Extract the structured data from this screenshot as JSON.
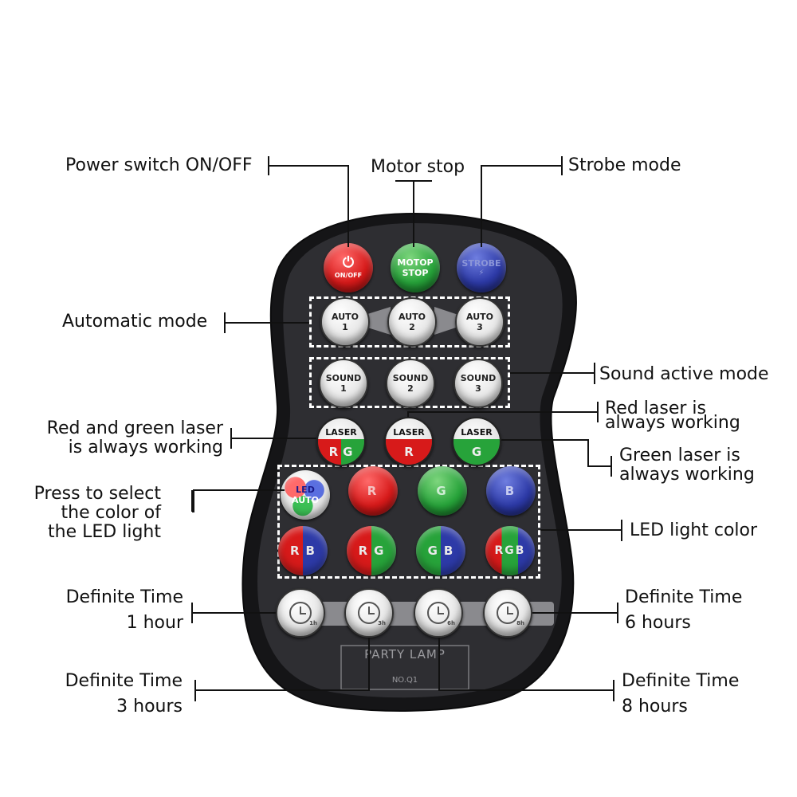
{
  "labels": {
    "power": "Power switch ON/OFF",
    "motor": "Motor stop",
    "strobe": "Strobe mode",
    "automatic": "Automatic mode",
    "sound": "Sound active mode",
    "red_laser": [
      "Red  laser is",
      "always working"
    ],
    "rg_laser": [
      "Red and green laser",
      "is always working"
    ],
    "green_laser": [
      "Green laser is",
      "always working"
    ],
    "press_select": [
      "Press to select",
      "the color of",
      "the LED light"
    ],
    "led_color": "LED light color",
    "time1": [
      "Definite Time",
      "1 hour"
    ],
    "time6": [
      "Definite Time",
      "6 hours"
    ],
    "time3": [
      "Definite Time",
      "3 hours"
    ],
    "time8": [
      "Definite Time",
      "8 hours"
    ]
  },
  "remote": {
    "power_btn": "ON/OFF",
    "motor_btn": [
      "MOTOP",
      "STOP"
    ],
    "strobe_btn": "STROBE",
    "auto_btns": [
      [
        "AUTO",
        "1"
      ],
      [
        "AUTO",
        "2"
      ],
      [
        "AUTO",
        "3"
      ]
    ],
    "sound_btns": [
      [
        "SOUND",
        "1"
      ],
      [
        "SOUND",
        "2"
      ],
      [
        "SOUND",
        "3"
      ]
    ],
    "laser_btns": [
      {
        "top": "LASER",
        "bottom": "RG"
      },
      {
        "top": "LASER",
        "bottom": "R"
      },
      {
        "top": "LASER",
        "bottom": "G"
      }
    ],
    "led_auto_btn": [
      "LED",
      "AUTO"
    ],
    "color_btns": [
      "R",
      "G",
      "B"
    ],
    "mix_btns": [
      "RB",
      "RG",
      "GB",
      "RGB"
    ],
    "timer_btns": [
      "1h",
      "3h",
      "6h",
      "8h"
    ],
    "brand": "PARTY LAMP",
    "model": "NO.Q1"
  },
  "colors": {
    "body": "#2b2b2e",
    "frame": "#151517",
    "panel": "#3a3a3e",
    "red": "#d71a1a",
    "green": "#27a33a",
    "blue": "#2d3aa7"
  }
}
